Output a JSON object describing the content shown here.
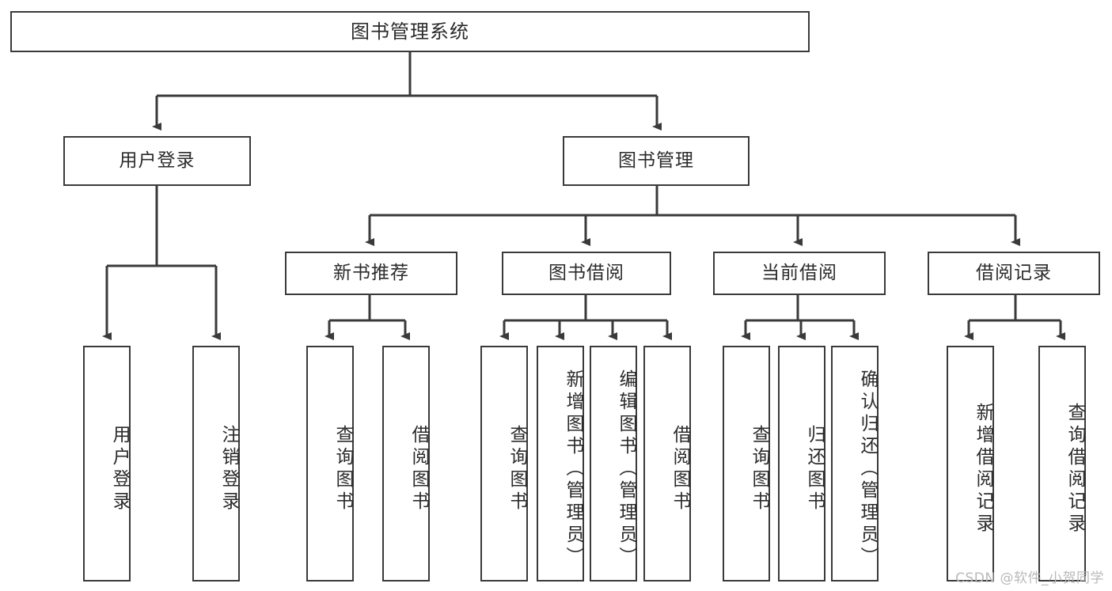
{
  "diagram": {
    "type": "tree",
    "title": "图书管理系统",
    "root": {
      "id": "root",
      "label": "图书管理系统"
    },
    "level1": [
      {
        "id": "user-login",
        "label": "用户登录"
      },
      {
        "id": "book-manage",
        "label": "图书管理"
      }
    ],
    "level2": [
      {
        "id": "new-book-recommend",
        "label": "新书推荐",
        "parent": "book-manage"
      },
      {
        "id": "book-borrow",
        "label": "图书借阅",
        "parent": "book-manage"
      },
      {
        "id": "current-borrow",
        "label": "当前借阅",
        "parent": "book-manage"
      },
      {
        "id": "borrow-record",
        "label": "借阅记录",
        "parent": "book-manage"
      }
    ],
    "leaves": [
      {
        "id": "leaf-user-login",
        "label": "用户登录",
        "parent": "user-login"
      },
      {
        "id": "leaf-logout",
        "label": "注销登录",
        "parent": "user-login"
      },
      {
        "id": "leaf-query-book-1",
        "label": "查询图书",
        "parent": "new-book-recommend"
      },
      {
        "id": "leaf-borrow-book-1",
        "label": "借阅图书",
        "parent": "new-book-recommend"
      },
      {
        "id": "leaf-query-book-2",
        "label": "查询图书",
        "parent": "book-borrow"
      },
      {
        "id": "leaf-add-book",
        "label": "新增图书（管理员）",
        "parent": "book-borrow"
      },
      {
        "id": "leaf-edit-book",
        "label": "编辑图书（管理员）",
        "parent": "book-borrow"
      },
      {
        "id": "leaf-borrow-book-2",
        "label": "借阅图书",
        "parent": "book-borrow"
      },
      {
        "id": "leaf-query-book-3",
        "label": "查询图书",
        "parent": "current-borrow"
      },
      {
        "id": "leaf-return-book",
        "label": "归还图书",
        "parent": "current-borrow"
      },
      {
        "id": "leaf-confirm-return",
        "label": "确认归还（管理员）",
        "parent": "current-borrow"
      },
      {
        "id": "leaf-add-record",
        "label": "新增借阅记录",
        "parent": "borrow-record"
      },
      {
        "id": "leaf-query-record",
        "label": "查询借阅记录",
        "parent": "borrow-record"
      }
    ],
    "colors": {
      "stroke": "#3a3a3a",
      "text": "#2b2b2b",
      "background": "#ffffff",
      "watermark": "#b9b9b9"
    }
  },
  "watermark": {
    "text": "CSDN @软件_小贺同学"
  }
}
